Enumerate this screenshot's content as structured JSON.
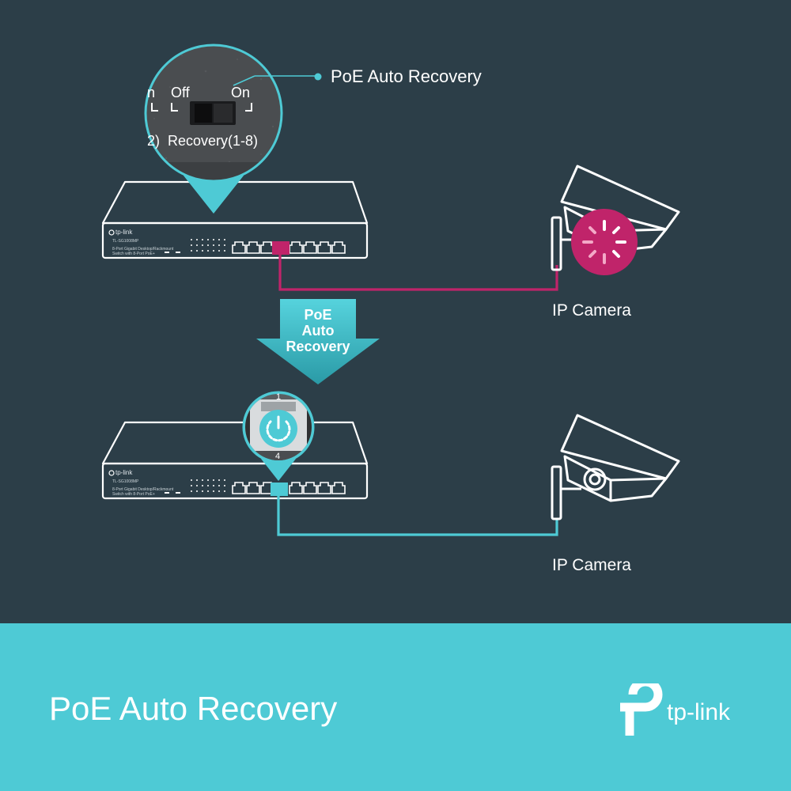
{
  "callout": {
    "label": "PoE Auto Recovery"
  },
  "dip_switch": {
    "left_partial": "n",
    "off_label": "Off",
    "on_label": "On",
    "caption_prefix": "2)",
    "caption": "Recovery(1-8)"
  },
  "switch_top": {
    "brand": "tp-link",
    "model": "TL-SG1008MP",
    "description_line1": "8-Port Gigabit Desktop/Rackmount",
    "description_line2": "Switch with 8-Port PoE+"
  },
  "switch_bottom": {
    "brand": "tp-link",
    "model": "TL-SG1008MP",
    "description_line1": "8-Port Gigabit Desktop/Rackmount",
    "description_line2": "Switch with 8-Port PoE+"
  },
  "port_zoom": {
    "top_number": "1",
    "bottom_number": "4"
  },
  "arrow": {
    "line1": "PoE",
    "line2": "Auto",
    "line3": "Recovery"
  },
  "camera_top": {
    "label": "IP Camera"
  },
  "camera_bottom": {
    "label": "IP Camera"
  },
  "footer": {
    "title": "PoE Auto Recovery",
    "brand": "tp-link"
  },
  "colors": {
    "background": "#2c3e48",
    "accent": "#4ecad5",
    "fault": "#c0246a",
    "line_white": "#ffffff"
  },
  "icons": [
    "loading-spinner-icon",
    "recovery-power-icon",
    "ip-camera-icon",
    "network-switch-icon",
    "tp-link-logo"
  ]
}
